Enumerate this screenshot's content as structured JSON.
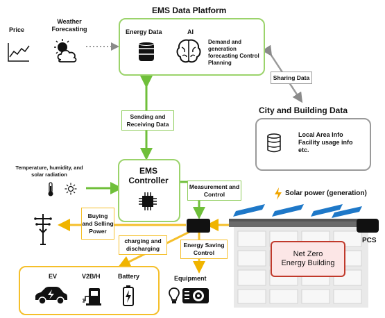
{
  "platform": {
    "title": "EMS Data Platform",
    "energy_data": "Energy Data",
    "ai": "AI",
    "forecast_text": "Demand and generation forecasting Control Planning"
  },
  "inputs": {
    "price": "Price",
    "weather": "Weather Forecasting",
    "sensors": "Temperature, humidity, and solar radiation"
  },
  "city": {
    "title": "City and Building Data",
    "text": "Local Area Info Facility usage info etc."
  },
  "controller": {
    "title": "EMS Controller"
  },
  "labels": {
    "sharing": "Sharing Data",
    "sending": "Sending and Receiving Data",
    "measurement": "Measurement and Control",
    "buying": "Buying and Selling Power",
    "charging": "charging and discharging",
    "saving": "Energy Saving Control"
  },
  "solar": "Solar power (generation)",
  "pcs": "PCS",
  "building": "Net Zero Energy Building",
  "storage": {
    "ev": "EV",
    "v2b": "V2B/H",
    "battery": "Battery"
  },
  "equipment": "Equipment",
  "colors": {
    "green": "#9bd36b",
    "orange": "#f5bf2a",
    "gray": "#9a9a9a",
    "red": "#c0392b",
    "solar_blue": "#1e78c8"
  }
}
